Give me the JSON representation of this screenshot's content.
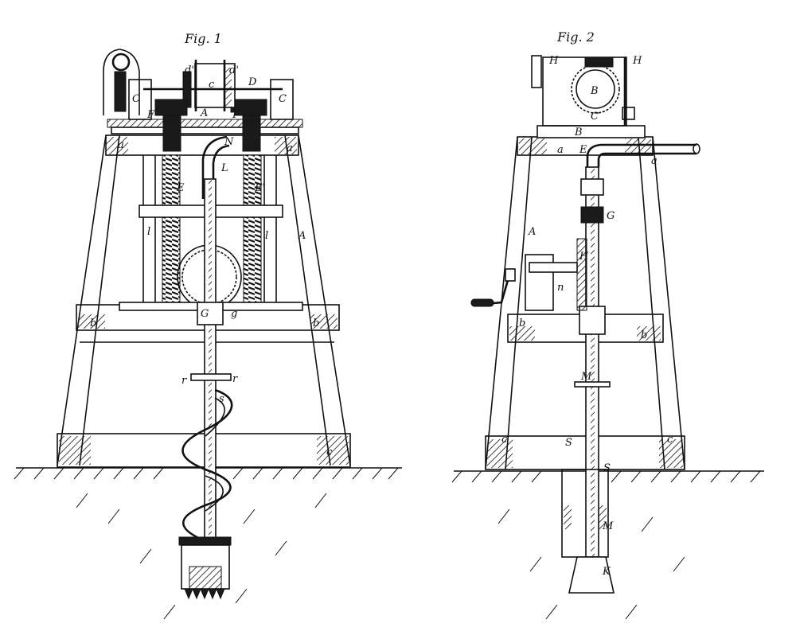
{
  "figures": [
    {
      "title": "Fig. 1",
      "labels": [
        "C",
        "C",
        "d'",
        "d'",
        "c",
        "D",
        "F",
        "F",
        "A",
        "a",
        "a",
        "N",
        "E",
        "E'",
        "L",
        "l",
        "l",
        "A",
        "G",
        "g",
        "b",
        "b",
        "r",
        "r",
        "s",
        "c"
      ]
    },
    {
      "title": "Fig. 2",
      "labels": [
        "H",
        "H",
        "B",
        "C",
        "B",
        "a",
        "E",
        "a",
        "A",
        "G",
        "H",
        "n",
        "b",
        "b",
        "M",
        "c",
        "c",
        "S",
        "S",
        "M",
        "K"
      ]
    }
  ],
  "colors": {
    "ink": "#111111",
    "paper": "#ffffff"
  }
}
